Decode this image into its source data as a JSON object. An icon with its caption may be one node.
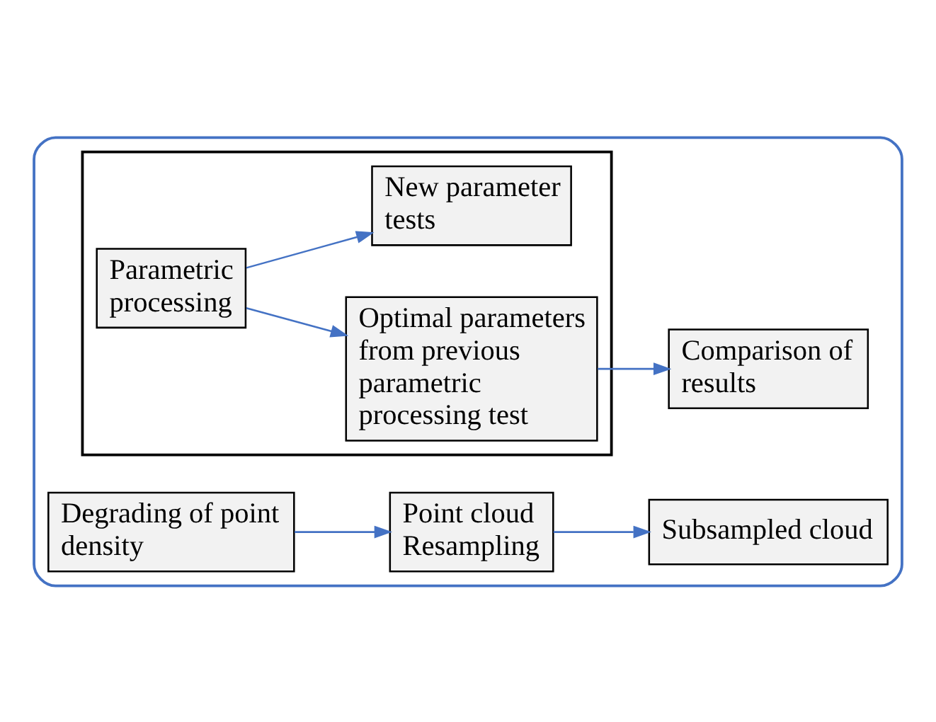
{
  "diagram": {
    "nodes": [
      {
        "text": [],
        "shape": "box"
      },
      {
        "text": [
          "Degrading of point density"
        ],
        "in": 0
      },
      {
        "text": [
          "Point cloud Resampling"
        ],
        "in": 0
      },
      {
        "text": [
          "Subsampled cloud"
        ],
        "in": 0
      },
      {
        "text": [],
        "shape": "box",
        "in": 0
      },
      {
        "text": [
          "Parametric processing"
        ],
        "in": 4
      },
      {
        "text": [
          "Optimal parameters from previous parametric processing test"
        ],
        "in": 4
      },
      {
        "text": [
          "New parameter tests"
        ],
        "in": 4
      },
      {
        "text": [
          "Comparison of results"
        ],
        "in": 0
      }
    ],
    "edges": [
      {
        "from": 1,
        "to": 2,
        "arrow": "to"
      },
      {
        "from": 2,
        "to": 3,
        "arrow": "to"
      },
      {
        "from": 5,
        "to": 6,
        "arrow": "to"
      },
      {
        "from": 5,
        "to": 7,
        "arrow": "to"
      },
      {
        "from": 6,
        "to": 8,
        "arrow": "to"
      }
    ]
  }
}
